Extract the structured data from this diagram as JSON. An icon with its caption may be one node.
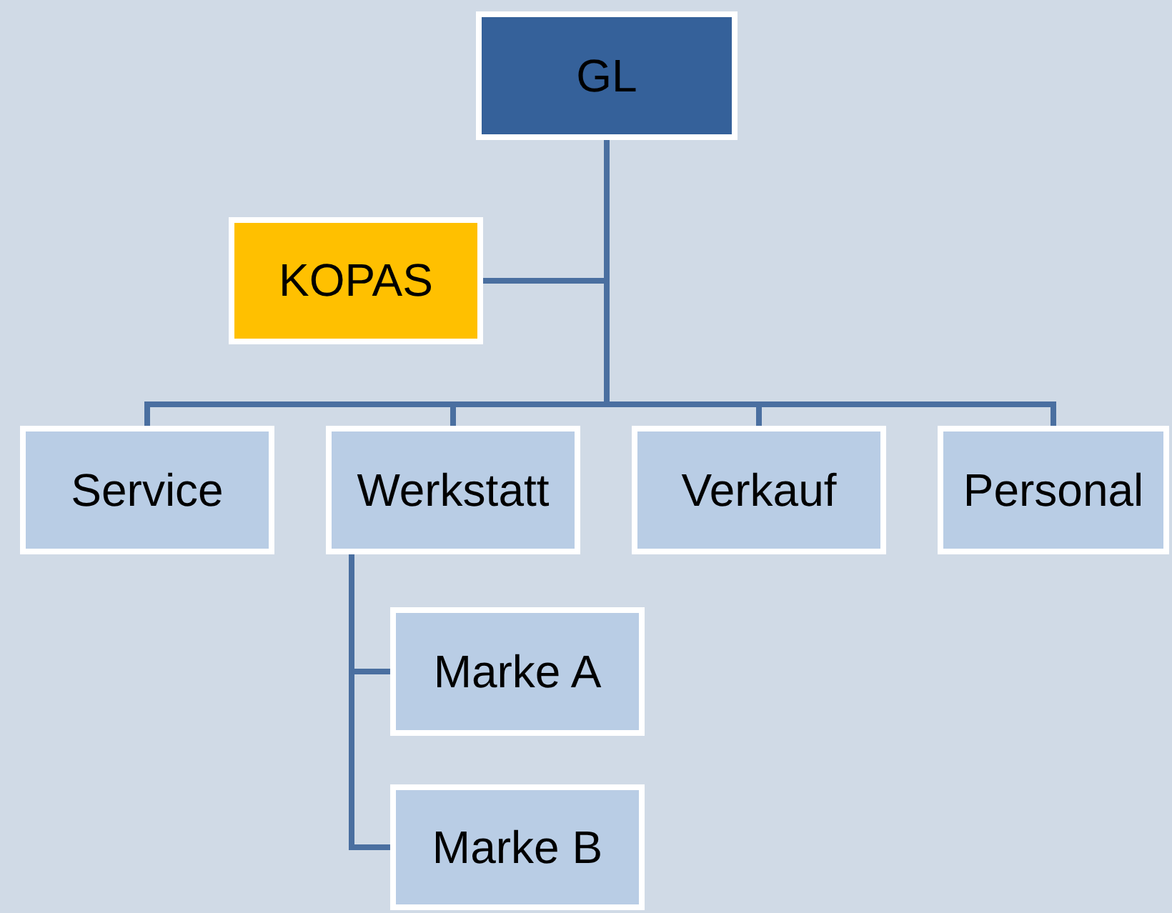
{
  "diagram": {
    "nodes": [
      {
        "text": [
          "GL"
        ]
      },
      {
        "text": [
          "KOPAS"
        ]
      },
      {
        "text": [
          "Service"
        ]
      },
      {
        "text": [
          "Werkstatt"
        ]
      },
      {
        "text": [
          "Verkauf"
        ]
      },
      {
        "text": [
          "Personal"
        ]
      },
      {
        "text": [
          "Marke A"
        ]
      },
      {
        "text": [
          "Marke B"
        ]
      }
    ],
    "edges": [
      {
        "from": 0,
        "to": 1,
        "arrow": "none"
      },
      {
        "from": 0,
        "to": 2,
        "arrow": "none"
      },
      {
        "from": 0,
        "to": 3,
        "arrow": "none"
      },
      {
        "from": 0,
        "to": 4,
        "arrow": "none"
      },
      {
        "from": 0,
        "to": 5,
        "arrow": "none"
      },
      {
        "from": 3,
        "to": 6,
        "arrow": "none"
      },
      {
        "from": 3,
        "to": 7,
        "arrow": "none"
      }
    ]
  }
}
